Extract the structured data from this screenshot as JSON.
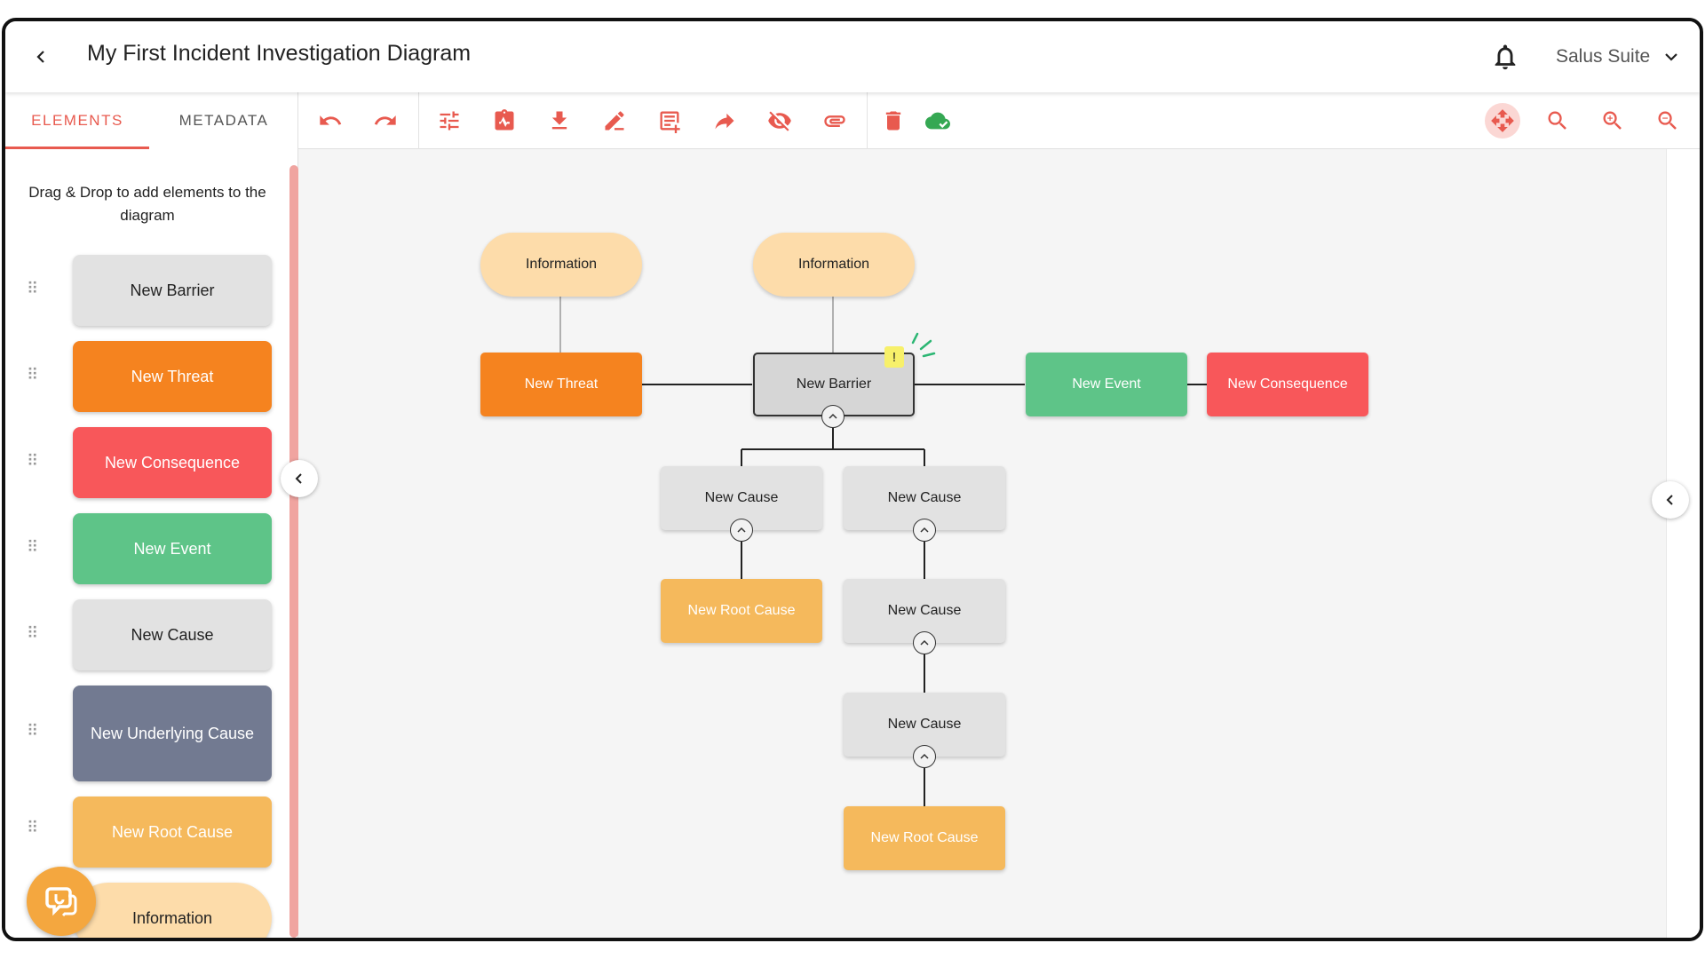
{
  "header": {
    "title": "My First Incident Investigation Diagram",
    "org_name": "Salus Suite"
  },
  "panel": {
    "tabs": {
      "elements": "ELEMENTS",
      "metadata": "METADATA"
    },
    "hint": "Drag & Drop to add elements to the diagram",
    "items": [
      {
        "label": "New Barrier",
        "color": "#e2e2e2",
        "text_color": "#222222"
      },
      {
        "label": "New Threat",
        "color": "#f5831f",
        "text_color": "#ffffff"
      },
      {
        "label": "New Consequence",
        "color": "#f8575a",
        "text_color": "#ffffff"
      },
      {
        "label": "New Event",
        "color": "#5ec488",
        "text_color": "#ffffff"
      },
      {
        "label": "New Cause",
        "color": "#e2e2e2",
        "text_color": "#222222"
      },
      {
        "label": "New Underlying Cause",
        "color": "#727a91",
        "text_color": "#ffffff"
      },
      {
        "label": "New Root Cause",
        "color": "#f5b95c",
        "text_color": "#ffffff"
      },
      {
        "label": "Information",
        "color": "#fddcaa",
        "text_color": "#222222"
      }
    ]
  },
  "toolbar": {
    "buttons": [
      "undo-icon",
      "redo-icon",
      "settings-sliders-icon",
      "clipboard-pulse-icon",
      "download-icon",
      "edit-pen-icon",
      "add-note-icon",
      "share-forward-icon",
      "visibility-off-icon",
      "attachment-icon",
      "delete-icon",
      "cloud-saved-icon",
      "move-icon",
      "search-icon",
      "zoom-in-icon",
      "zoom-out-icon"
    ],
    "accent": "#e85a4f",
    "saved_color": "#35a853"
  },
  "diagram": {
    "info_left": "Information",
    "info_center": "Information",
    "threat": "New Threat",
    "barrier": "New Barrier",
    "barrier_warning": "!",
    "event": "New Event",
    "consequence": "New Consequence",
    "cause_left": "New Cause",
    "cause_right_1": "New Cause",
    "cause_right_2": "New Cause",
    "cause_right_3": "New Cause",
    "root_left": "New Root Cause",
    "root_right": "New Root Cause"
  }
}
